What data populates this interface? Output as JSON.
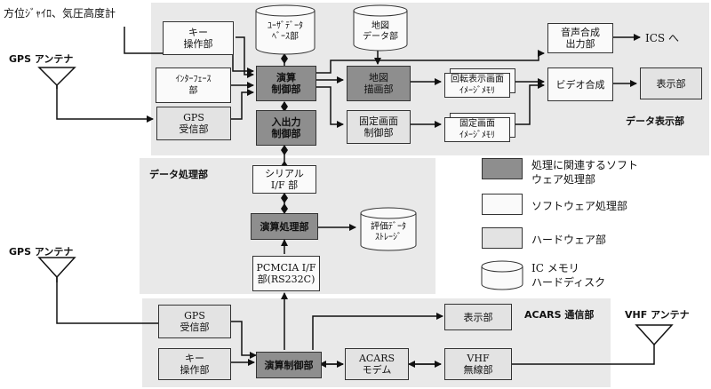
{
  "top_label": "方位ｼﾞｬｲﾛ、気圧高度計",
  "antenna_top_label": "GPS アンテナ",
  "antenna_bottom_label": "GPS アンテナ",
  "antenna_vhf_label": "VHF アンテナ",
  "section_display": "データ表示部",
  "section_processing": "データ処理部",
  "section_acars": "ACARS 通信部",
  "ics_label": "ICS へ",
  "boxes": {
    "key_top": "キー\n操作部",
    "interface": "ｲﾝﾀｰﾌｪｰｽ\n部",
    "gps_top": "GPS\n受信部",
    "calc_top": "演算\n制御部",
    "io_control": "入出力\n制御部",
    "map_draw": "地図\n描画部",
    "fixed_control": "固定画面\n制御部",
    "rotate_image": "回転表示画面\nｲﾒｰｼﾞﾒﾓﾘ",
    "fixed_image": "固定画面\nｲﾒｰｼﾞﾒﾓﾘ",
    "voice": "音声合成\n出力部",
    "video": "ビデオ合成",
    "display_top": "表示部",
    "serial": "シリアル\nI/F 部",
    "calc_process": "演算処理部",
    "pcmcia": "PCMCIA  I/F\n部(RS232C)",
    "gps_bottom": "GPS\n受信部",
    "key_bottom": "キー\n操作部",
    "calc_bottom": "演算制御部",
    "acars_modem": "ACARS\nモデム",
    "vhf_radio": "VHF\n無線部",
    "display_bottom": "表示部"
  },
  "cylinders": {
    "user_db": "ﾕｰｻﾞﾃﾞｰﾀ\nﾍﾞｰｽ部",
    "map_db": "地図\nデータ部",
    "eval_storage": "評価ﾃﾞｰﾀ\nｽﾄﾚｰｼﾞ"
  },
  "legend": [
    {
      "style": "proc",
      "label": "処理に関連するソフト\nウェア処理部"
    },
    {
      "style": "sw",
      "label": "ソフトウェア処理部"
    },
    {
      "style": "hw",
      "label": "ハードウェア部"
    },
    {
      "style": "cyl",
      "label": "IC メモリ\nハードディスク"
    }
  ]
}
